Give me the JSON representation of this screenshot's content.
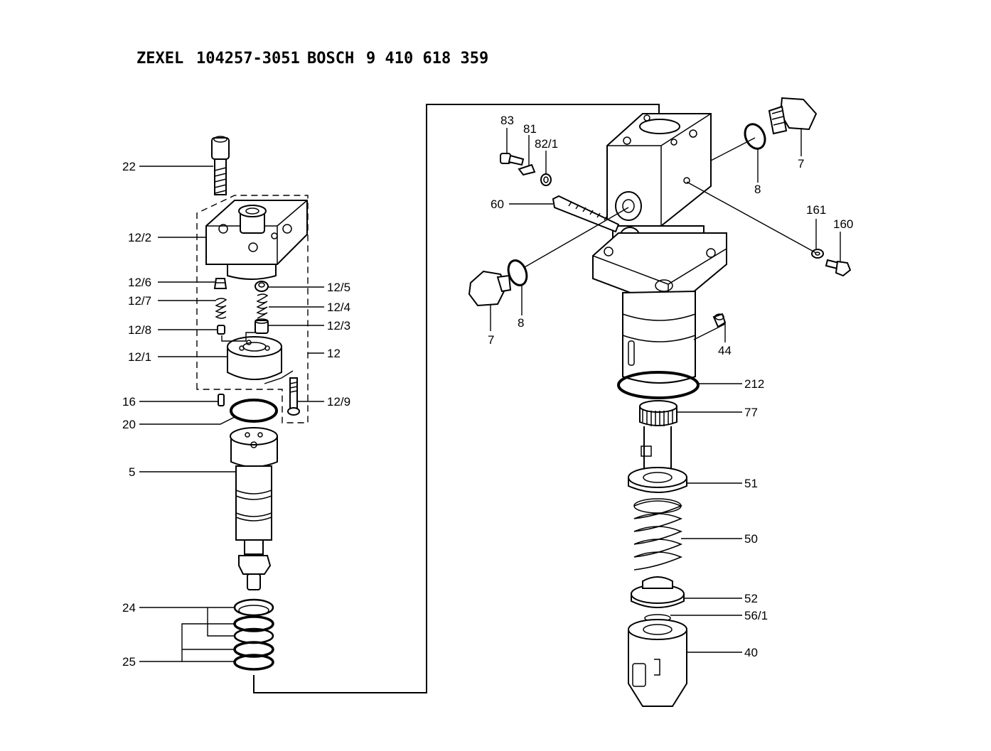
{
  "title": {
    "brand1": "ZEXEL",
    "code1": "104257-3051",
    "brand2": "BOSCH",
    "code2": "9 410 618 359"
  },
  "labels": {
    "p22": "22",
    "p12_2": "12/2",
    "p12_6": "12/6",
    "p12_7": "12/7",
    "p12_8": "12/8",
    "p12_1": "12/1",
    "p12_5": "12/5",
    "p12_4": "12/4",
    "p12_3": "12/3",
    "p12": "12",
    "p12_9": "12/9",
    "p16": "16",
    "p20": "20",
    "p5": "5",
    "p24": "24",
    "p25": "25",
    "p83": "83",
    "p81": "81",
    "p82_1": "82/1",
    "p60": "60",
    "p7_top": "7",
    "p8_top": "8",
    "p161": "161",
    "p160": "160",
    "p7_left": "7",
    "p8_left": "8",
    "p44": "44",
    "p212": "212",
    "p77": "77",
    "p51": "51",
    "p50": "50",
    "p52": "52",
    "p56_1": "56/1",
    "p40": "40"
  }
}
